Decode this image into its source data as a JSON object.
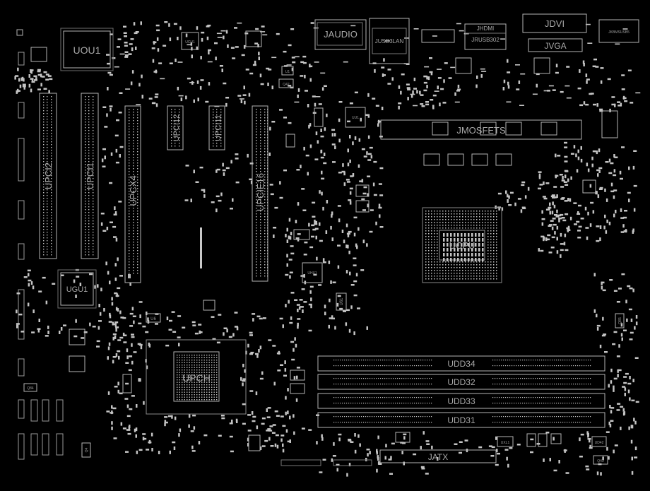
{
  "colors": {
    "background": "#000000",
    "outline": "#b5b5b5",
    "text": "#a8a8a8",
    "pad": "#c9c9c9"
  },
  "labels": {
    "uou1": "UOU1",
    "ugu1": "UGU1",
    "upci2": "UPCI2",
    "upci1": "UPCI1",
    "upcx4": "UPCX4",
    "upci12": "UPCI12",
    "upci11": "UPCI11",
    "upcie16": "UPCIE16",
    "jaudio": "JAUDIO",
    "jusb3lan": "JUSB3LAN",
    "jhdmi": "JHDMI",
    "jrusb302": "JRUSB302",
    "jdvi": "JDVI",
    "jvga": "JVGA",
    "jkbms": "JKBMSUSB5",
    "jmosfets": "JMOSFETS",
    "ucpu": "UCPU",
    "upch": "UPCH",
    "udd34": "UDD34",
    "udd32": "UDD32",
    "udd33": "UDD33",
    "udd31": "UDD31",
    "jatx": "JATX",
    "ugu1_side": "U6",
    "uh1": "U1",
    "q42": "Q42",
    "q84": "Q84",
    "q85": "Q85",
    "q43": "Q43",
    "u61": "U61",
    "uu1": "UU1",
    "ucu1": "UCU1",
    "uhx1": "UHX1",
    "q4": "Q4",
    "uxl1": "UXL1",
    "ud42": "UD42"
  }
}
